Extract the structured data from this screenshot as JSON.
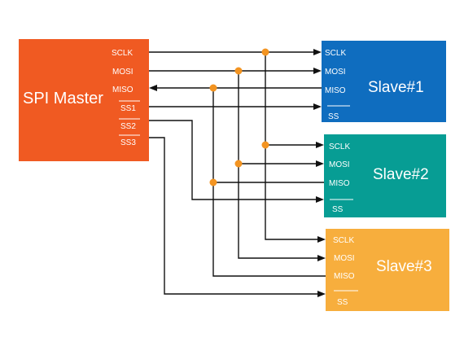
{
  "master": {
    "title": "SPI Master",
    "pins": [
      "SCLK",
      "MOSI",
      "MISO",
      "SS1",
      "SS2",
      "SS3"
    ],
    "color": "#F05A22"
  },
  "slaves": [
    {
      "title": "Slave#1",
      "pins": [
        "SCLK",
        "MOSI",
        "MISO",
        "SS"
      ],
      "color": "#0F6DBF"
    },
    {
      "title": "Slave#2",
      "pins": [
        "SCLK",
        "MOSI",
        "MISO",
        "SS"
      ],
      "color": "#079D94"
    },
    {
      "title": "Slave#3",
      "pins": [
        "SCLK",
        "MOSI",
        "MISO",
        "SS"
      ],
      "color": "#F7AE3D"
    }
  ],
  "colors": {
    "wire": "#111111",
    "junction": "#F39421",
    "text": "#FFFFFF"
  }
}
